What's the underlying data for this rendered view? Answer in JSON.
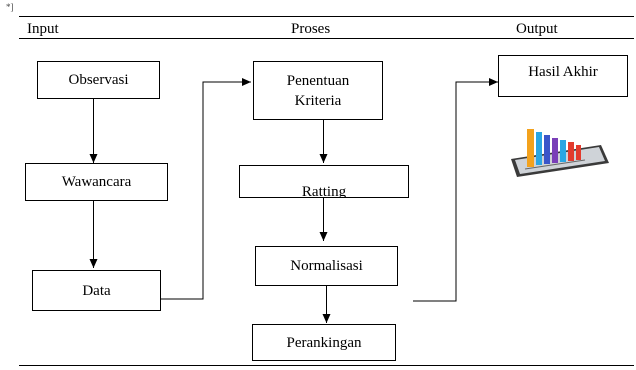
{
  "corner_mark": "*]",
  "headers": {
    "input": "Input",
    "proses": "Proses",
    "output": "Output"
  },
  "boxes": {
    "observasi": "Observasi",
    "wawancara": "Wawancara",
    "data": "Data",
    "penentuan_line1": "Penentuan",
    "penentuan_line2": "Kriteria",
    "ratting": "Ratting",
    "normalisasi": "Normalisasi",
    "perankingan": "Perankingan",
    "hasil_akhir": "Hasil Akhir"
  },
  "icon": {
    "name": "bar-chart-tablet-icon",
    "bar_colors": [
      "#f3a21d",
      "#2aa6e3",
      "#3a55c9",
      "#7a3fb8",
      "#e23b2e"
    ]
  }
}
